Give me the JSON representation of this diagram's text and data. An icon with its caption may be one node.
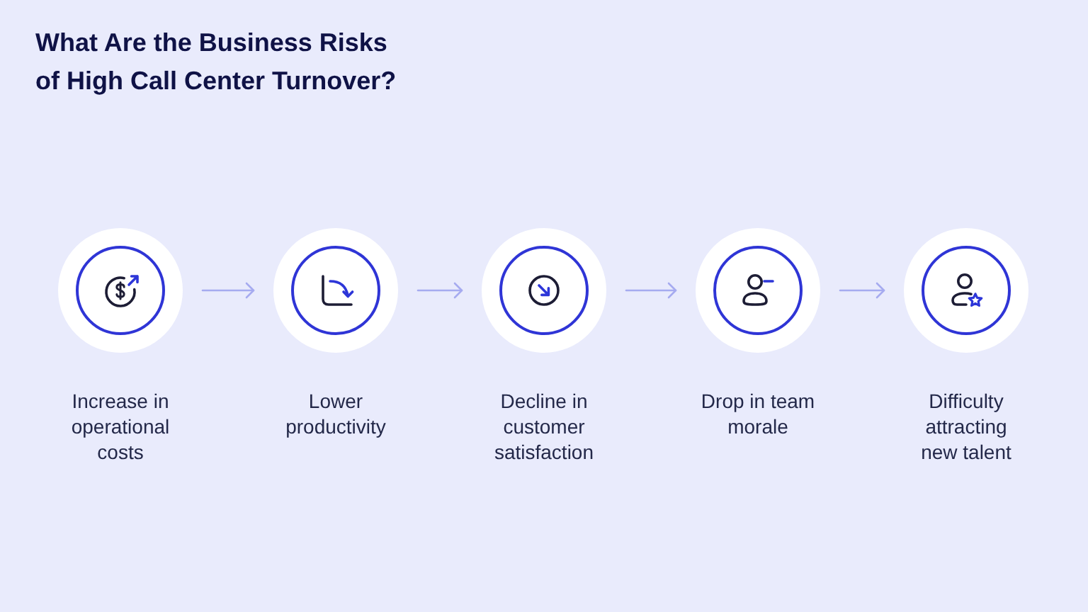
{
  "diagram": {
    "title": "What Are the Business Risks of High Call Center Turnover?",
    "nodes": [
      {
        "text": [
          "Increase in operational costs"
        ]
      },
      {
        "text": [
          "Lower productivity"
        ]
      },
      {
        "text": [
          "Decline in customer satisfaction"
        ]
      },
      {
        "text": [
          "Drop in team morale"
        ]
      },
      {
        "text": [
          "Difficulty attracting new talent"
        ]
      }
    ],
    "edges": [
      {
        "from": 0,
        "to": 1,
        "arrow": "to"
      },
      {
        "from": 1,
        "to": 2,
        "arrow": "to"
      },
      {
        "from": 2,
        "to": 3,
        "arrow": "to"
      },
      {
        "from": 3,
        "to": 4,
        "arrow": "to"
      }
    ]
  }
}
